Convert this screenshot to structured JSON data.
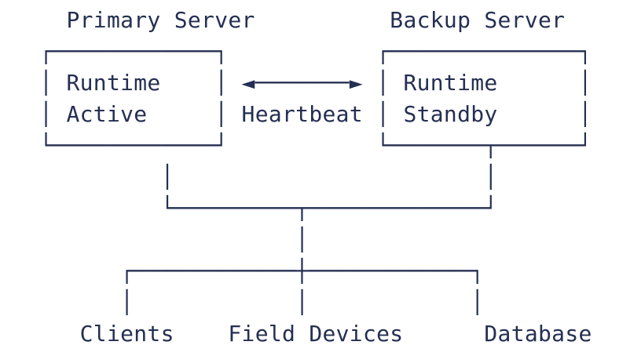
{
  "colors": {
    "ink": "#242f52",
    "background": "#ffffff"
  },
  "diagram": {
    "rows": [
      {
        "segments": [
          {
            "name": "spacer",
            "text": "   "
          },
          {
            "name": "primary-server-title",
            "text": "Primary Server"
          },
          {
            "name": "spacer",
            "text": "          "
          },
          {
            "name": "backup-server-title",
            "text": "Backup Server"
          }
        ]
      },
      {
        "segments": [
          {
            "name": "primary-box-top-border",
            "text": " ┌────────────┐"
          },
          {
            "name": "spacer",
            "text": "           "
          },
          {
            "name": "backup-box-top-border",
            "text": "┌──────────────┐"
          }
        ]
      },
      {
        "segments": [
          {
            "name": "primary-box-edge",
            "text": " │ "
          },
          {
            "name": "primary-runtime-label",
            "text": "Runtime"
          },
          {
            "name": "primary-box-edge",
            "text": "    │ "
          },
          {
            "name": "heartbeat-arrow",
            "text": "◄───────►"
          },
          {
            "name": "backup-box-edge",
            "text": " │ "
          },
          {
            "name": "backup-runtime-label",
            "text": "Runtime"
          },
          {
            "name": "backup-box-edge",
            "text": "      │"
          }
        ]
      },
      {
        "segments": [
          {
            "name": "primary-box-edge",
            "text": " │ "
          },
          {
            "name": "primary-status-label",
            "text": "Active"
          },
          {
            "name": "primary-box-edge",
            "text": "     │ "
          },
          {
            "name": "heartbeat-label",
            "text": "Heartbeat"
          },
          {
            "name": "backup-box-edge",
            "text": " │ "
          },
          {
            "name": "backup-status-label",
            "text": "Standby"
          },
          {
            "name": "backup-box-edge",
            "text": "      │"
          }
        ]
      },
      {
        "segments": [
          {
            "name": "primary-box-bottom-border",
            "text": " └────────────┘"
          },
          {
            "name": "spacer",
            "text": "           "
          },
          {
            "name": "backup-box-bottom-border",
            "text": "└───────┬──────┘"
          }
        ]
      },
      {
        "segments": [
          {
            "name": "spacer",
            "text": "          "
          },
          {
            "name": "primary-drop-line",
            "text": "│"
          },
          {
            "name": "spacer",
            "text": "                       "
          },
          {
            "name": "backup-drop-line",
            "text": "│"
          }
        ]
      },
      {
        "segments": [
          {
            "name": "spacer",
            "text": "          "
          },
          {
            "name": "merge-line",
            "text": "└─────────┬─────────────┘"
          }
        ]
      },
      {
        "segments": [
          {
            "name": "spacer",
            "text": "                    "
          },
          {
            "name": "trunk-line",
            "text": "│"
          }
        ]
      },
      {
        "segments": [
          {
            "name": "spacer",
            "text": "       "
          },
          {
            "name": "branch-line",
            "text": "┌────────────┼────────────┐"
          }
        ]
      },
      {
        "segments": [
          {
            "name": "spacer",
            "text": "       "
          },
          {
            "name": "clients-drop-line",
            "text": "│"
          },
          {
            "name": "spacer",
            "text": "            "
          },
          {
            "name": "field-devices-drop-line",
            "text": "│"
          },
          {
            "name": "spacer",
            "text": "            "
          },
          {
            "name": "database-drop-line",
            "text": "│"
          }
        ]
      },
      {
        "segments": [
          {
            "name": "spacer",
            "text": "    "
          },
          {
            "name": "clients-label",
            "text": "Clients"
          },
          {
            "name": "spacer",
            "text": "    "
          },
          {
            "name": "field-devices-label",
            "text": "Field Devices"
          },
          {
            "name": "spacer",
            "text": "      "
          },
          {
            "name": "database-label",
            "text": "Database"
          }
        ]
      }
    ]
  }
}
